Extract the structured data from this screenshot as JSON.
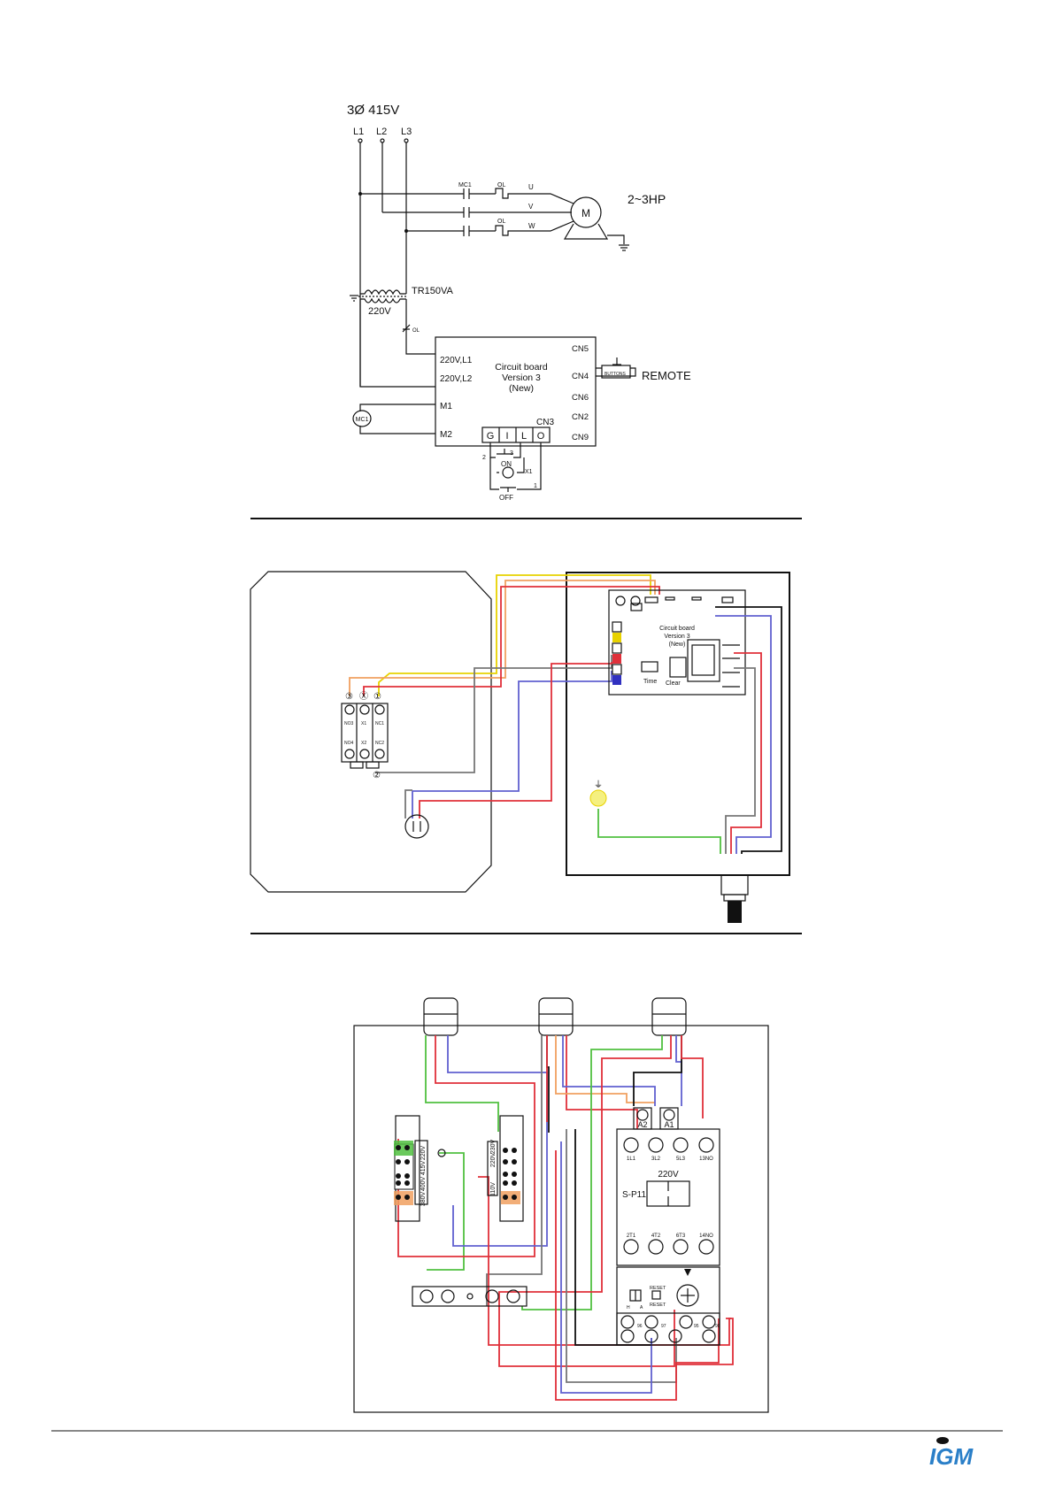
{
  "schematic": {
    "supply": "3Ø    415V",
    "lines": [
      "L1",
      "L2",
      "L3"
    ],
    "mc1": "MC1",
    "ol": "OL",
    "phases": [
      "U",
      "V",
      "W"
    ],
    "motor": "M",
    "hp": "2~3HP",
    "transformer": "TR150VA",
    "sec_voltage": "220V",
    "ol2": "OL",
    "board_lines": [
      "Circuit board",
      "Version 3",
      "(New)"
    ],
    "left_pins": [
      "220V,L1",
      "220V,L2",
      "M1",
      "M2"
    ],
    "right_pins": [
      "CN5",
      "CN4",
      "CN6",
      "CN2",
      "CN9"
    ],
    "cn3": "CN3",
    "cn3_pins": [
      "G",
      "I",
      "L",
      "O"
    ],
    "coil": "MC1",
    "button": "BUTTONS",
    "remote": "REMOTE",
    "on": "ON",
    "off": "OFF",
    "x1": "X1",
    "n2": "2",
    "n3": "3",
    "n1": "1"
  },
  "wiring": {
    "terminal_top": [
      "③",
      "Ⓧ",
      "①"
    ],
    "switch_labels": [
      "NO3",
      "X1",
      "NC1",
      "NO4",
      "X2",
      "NC2"
    ],
    "bottom_term": "②",
    "board_lines": [
      "Circuit board",
      "Version 3",
      "(New)"
    ],
    "time": "Time",
    "clear": "Clear",
    "ground": "⏚"
  },
  "panel": {
    "left_volts": [
      "220V",
      "415V",
      "400V",
      "380V"
    ],
    "mid_volts": [
      "230V",
      "220V",
      "110V"
    ],
    "contactor_top": [
      "1L1",
      "3L2",
      "5L3",
      "13NO"
    ],
    "a_terms": [
      "A2",
      "A1"
    ],
    "coil_v": "220V",
    "model": "S-P11",
    "contactor_bottom": [
      "2T1",
      "4T2",
      "6T3",
      "14NO"
    ],
    "reset1": "RESET",
    "reset2": "RESET",
    "ha": [
      "H",
      "A"
    ],
    "relay_nums": [
      "96",
      "97",
      "95",
      "98"
    ]
  },
  "logo": "IGM",
  "colors": {
    "yellow": "#e8d200",
    "orange": "#f0a060",
    "red": "#e0303a",
    "purple": "#6060d0",
    "blue": "#3030c0",
    "green": "#50c040",
    "gray": "#777777"
  }
}
